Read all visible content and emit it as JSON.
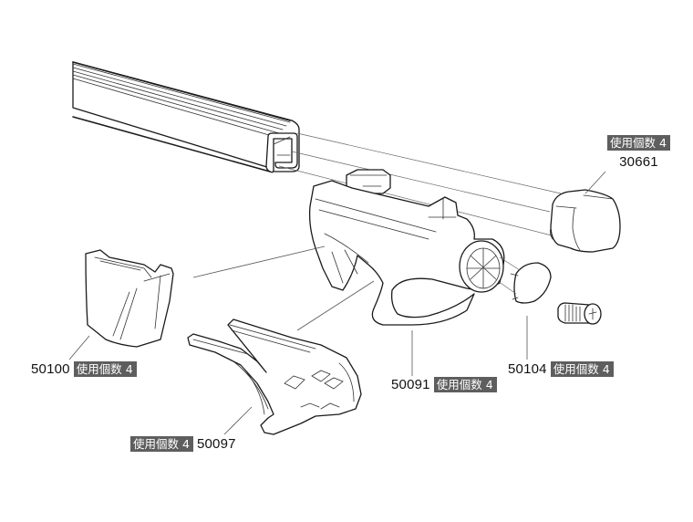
{
  "diagram": {
    "type": "exploded-parts-view",
    "colors": {
      "line": "#1a1a1a",
      "label_box": "#5e5e5e",
      "label_text": "#ffffff",
      "background": "#ffffff"
    }
  },
  "parts": [
    {
      "id": "end-cap",
      "part_number": "30661",
      "quantity_label": "使用個数 4"
    },
    {
      "id": "foot-pad",
      "part_number": "50100",
      "quantity_label": "使用個数 4"
    },
    {
      "id": "foot-body",
      "part_number": "50091",
      "quantity_label": "使用個数 4"
    },
    {
      "id": "lock-cover",
      "part_number": "50104",
      "quantity_label": "使用個数 4"
    },
    {
      "id": "foot-base-plate",
      "part_number": "50097",
      "quantity_label": "使用個数 4"
    }
  ]
}
